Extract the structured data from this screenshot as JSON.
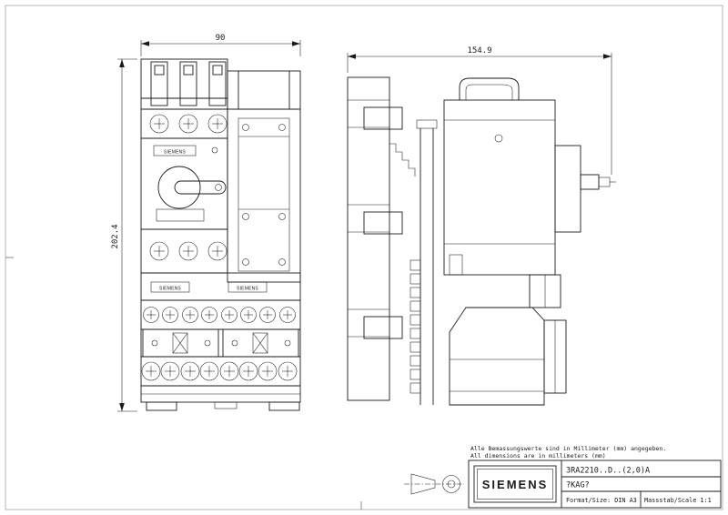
{
  "page": {
    "notes": {
      "de": "Alle Bemassungswerte sind in Millimeter (mm) angegeben.",
      "en": "All dimensions are in millimeters (mm)"
    }
  },
  "dimensions": {
    "front_width": "90",
    "front_height": "202.4",
    "side_depth": "154.9"
  },
  "device": {
    "brand_labels": [
      "SIEMENS",
      "SIEMENS",
      "SIEMENS"
    ]
  },
  "title_block": {
    "brand": "SIEMENS",
    "part_number": "3RA2210..D..(2,0)A",
    "order_code": "?KAG?",
    "format": "Format/Size: DIN A3",
    "scale": "Massstab/Scale 1:1"
  }
}
